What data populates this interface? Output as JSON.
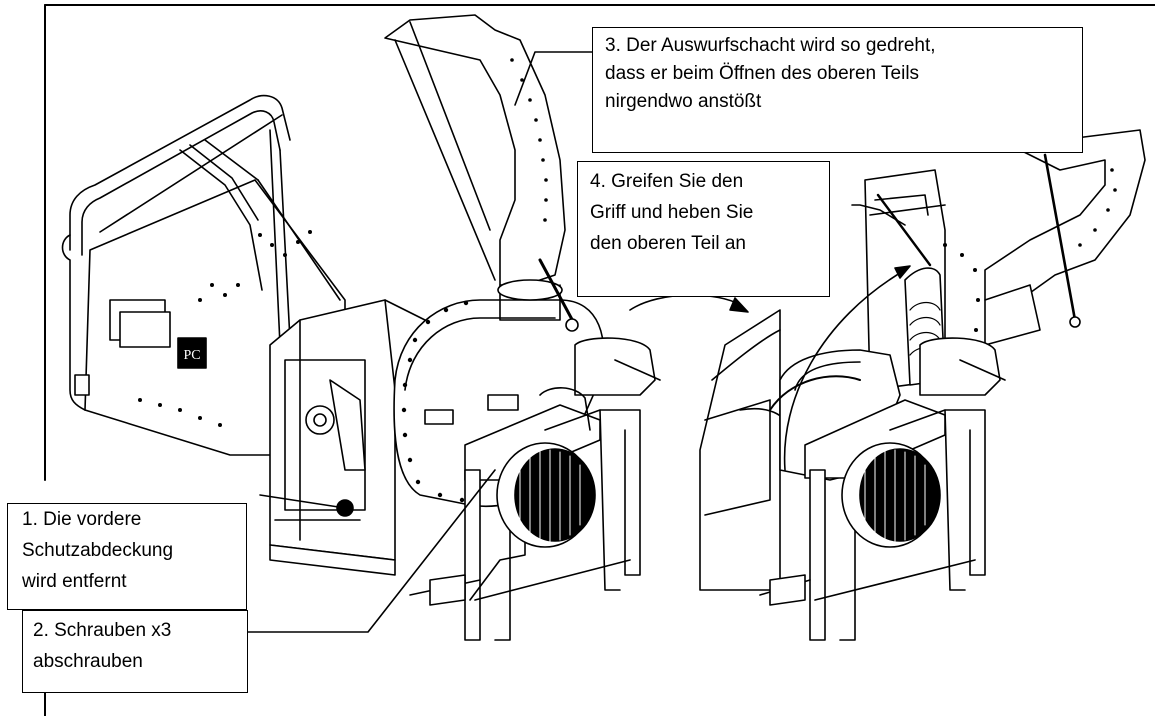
{
  "callouts": {
    "step1": {
      "lines": [
        "1. Die vordere",
        "Schutzabdeckung",
        "wird entfernt"
      ]
    },
    "step2": {
      "lines": [
        "2. Schrauben x3",
        "abschrauben"
      ]
    },
    "step3": {
      "lines": [
        "3. Der Auswurfschacht wird so gedreht,",
        "dass er beim Öffnen des oberen Teils",
        "nirgendwo anstößt"
      ]
    },
    "step4": {
      "lines": [
        "4. Greifen Sie den",
        "Griff und heben Sie",
        "den oberen Teil an"
      ]
    }
  },
  "machine": {
    "logo_text": "PC"
  }
}
